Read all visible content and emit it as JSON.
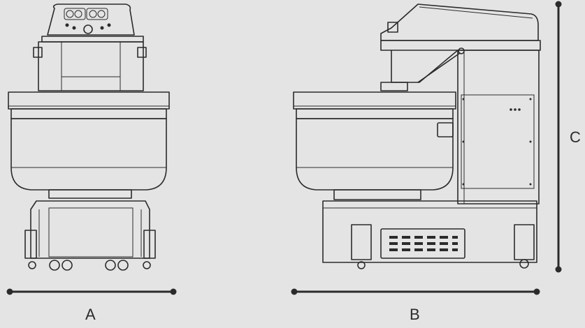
{
  "dimensions": {
    "width_label": "A",
    "depth_label": "B",
    "height_label": "C"
  },
  "colors": {
    "background": "#e4e4e4",
    "line": "#2b2b2b"
  }
}
